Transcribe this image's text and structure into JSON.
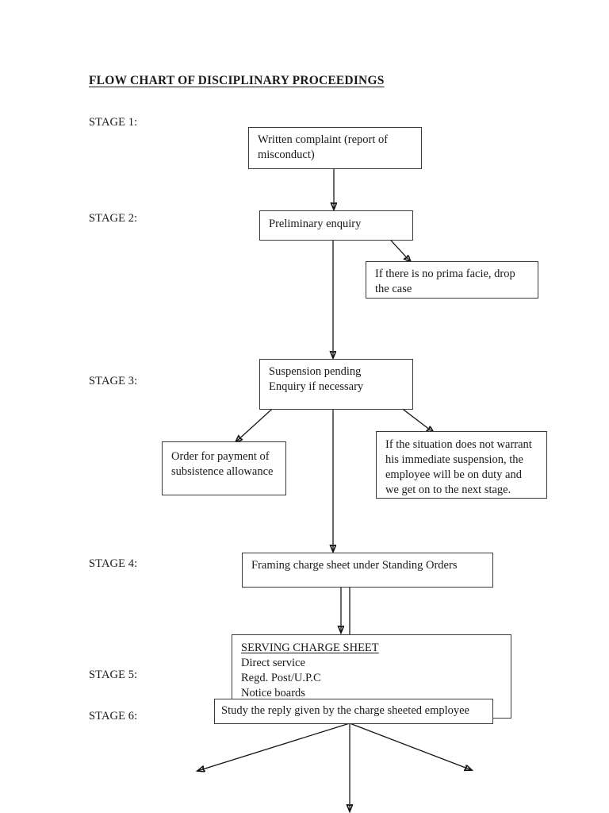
{
  "document": {
    "title": "FLOW CHART OF DISCIPLINARY PROCEEDINGS"
  },
  "stages": [
    {
      "id": "stage-1",
      "label": "STAGE 1:"
    },
    {
      "id": "stage-2",
      "label": "STAGE 2:"
    },
    {
      "id": "stage-3",
      "label": "STAGE 3:"
    },
    {
      "id": "stage-4",
      "label": "STAGE 4:"
    },
    {
      "id": "stage-5",
      "label": "STAGE 5:"
    },
    {
      "id": "stage-6",
      "label": "STAGE 6:"
    }
  ],
  "nodes": {
    "written_complaint": {
      "lines": [
        "Written complaint (report of",
        "misconduct)"
      ]
    },
    "preliminary_enquiry": {
      "lines": [
        "Preliminary enquiry"
      ]
    },
    "no_prima_facie": {
      "lines": [
        "If there is no prima facie, drop",
        "the case"
      ]
    },
    "suspension_pending": {
      "lines": [
        "Suspension pending",
        "Enquiry if necessary"
      ]
    },
    "subsistence_allowance": {
      "lines": [
        "Order for payment of",
        "subsistence allowance"
      ]
    },
    "no_warrant_suspension": {
      "lines": [
        "If the situation does not warrant",
        "his immediate suspension, the",
        "employee will be on duty and",
        "we get on to the next stage."
      ]
    },
    "framing_charge_sheet": {
      "lines": [
        "Framing charge sheet under Standing Orders"
      ]
    },
    "serving_charge_sheet": {
      "heading": "SERVING CHARGE SHEET",
      "lines": [
        "Direct service",
        "Regd. Post/U.P.C",
        "Notice boards"
      ]
    },
    "study_reply": {
      "lines": [
        "Study the reply given by the charge sheeted employee"
      ]
    }
  },
  "colors": {
    "ink": "#1a1a1a",
    "box_border": "#3a3a3a",
    "connector": "#111111",
    "page_background": "#ffffff"
  }
}
